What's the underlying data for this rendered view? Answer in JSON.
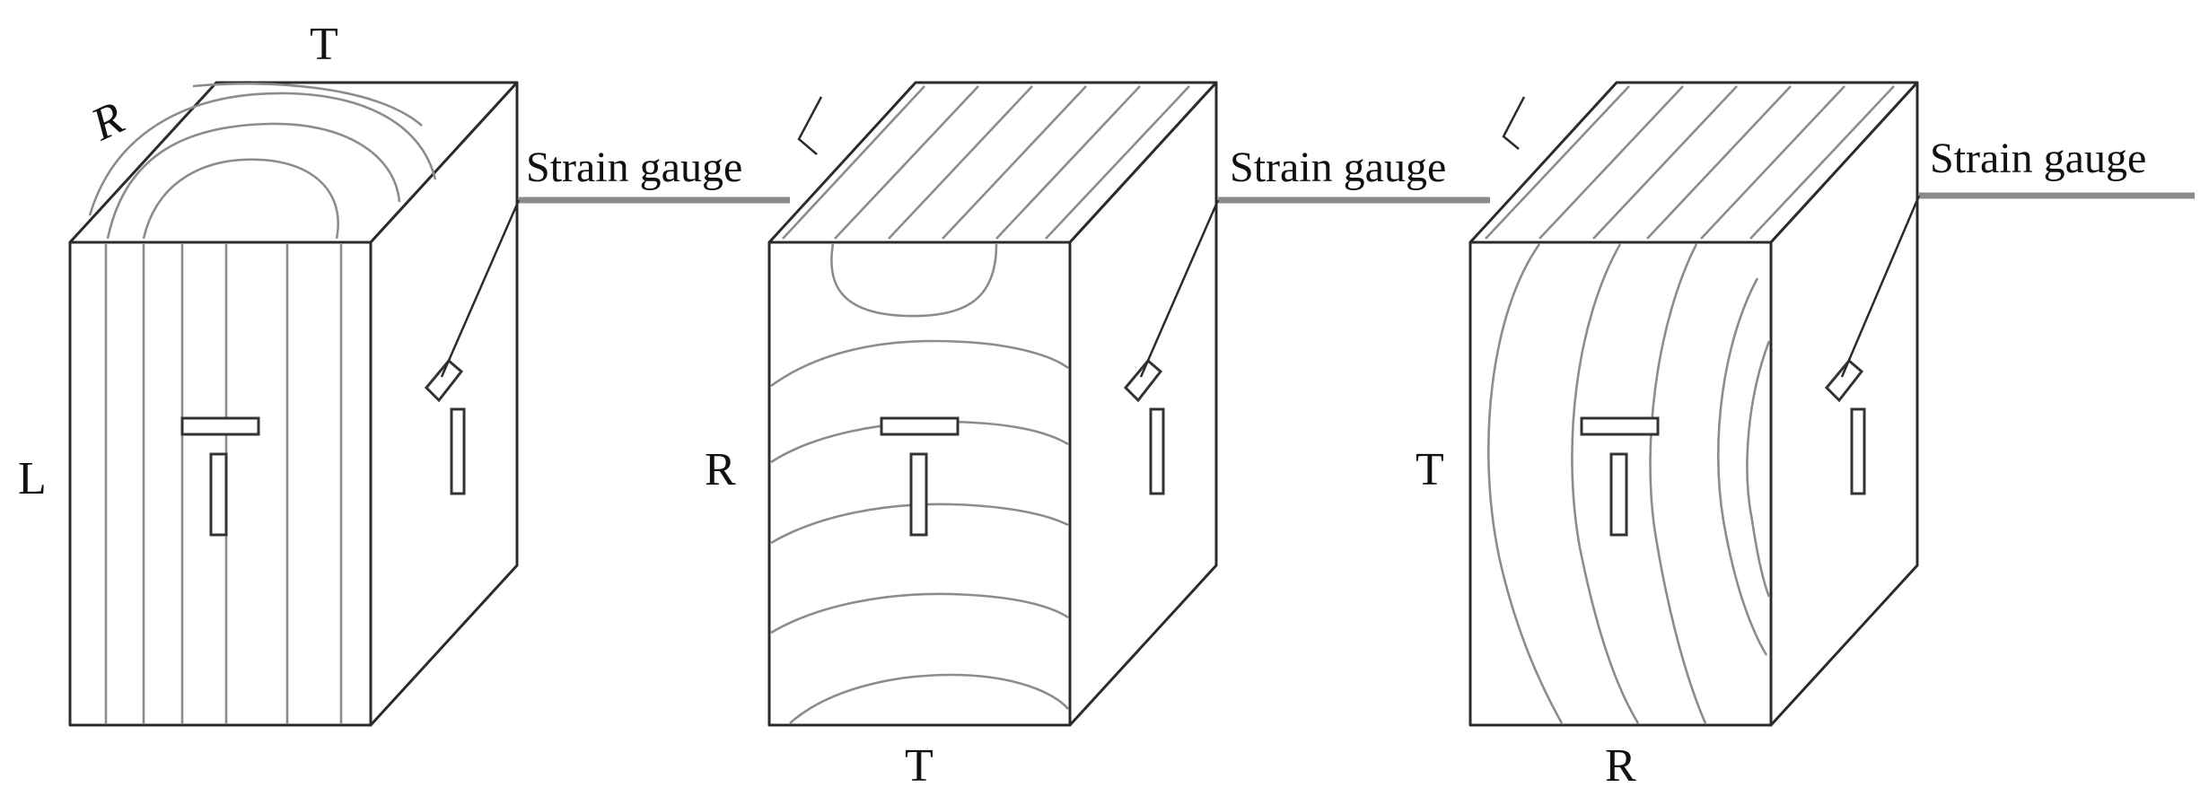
{
  "blocks": [
    {
      "id": "LR",
      "face_labels": {
        "top_long": "T",
        "top_side": "R",
        "front_side": "L"
      },
      "gauge_label": "Strain gauge"
    },
    {
      "id": "RT",
      "face_labels": {
        "front_side": "R",
        "front_bottom": "T"
      },
      "gauge_label": "Strain gauge"
    },
    {
      "id": "TR",
      "face_labels": {
        "front_side": "T",
        "front_bottom": "R"
      },
      "gauge_label": "Strain gauge"
    }
  ]
}
